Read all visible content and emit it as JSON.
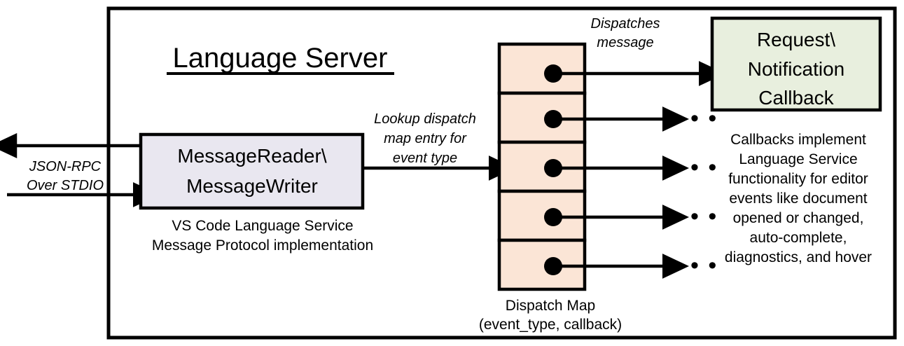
{
  "diagram": {
    "title": "Language Server",
    "colors": {
      "outline": "#000000",
      "message_box_fill": "#E9E7F0",
      "dispatch_map_fill": "#FBE5D6",
      "callback_box_fill": "#E8EFDE",
      "background": "#FFFFFF"
    },
    "external_channel": {
      "label_line1": "JSON-RPC",
      "label_line2": "Over STDIO",
      "outbound_arrow": "arrow-left-out",
      "inbound_arrow": "arrow-right-in"
    },
    "message_box": {
      "line1": "MessageReader\\",
      "line2": "MessageWriter",
      "caption_line1": "VS Code Language Service",
      "caption_line2": "Message Protocol implementation"
    },
    "lookup_label": {
      "line1": "Lookup dispatch",
      "line2": "map entry for",
      "line3": "event type"
    },
    "dispatch_map": {
      "rows": 5,
      "caption_line1": "Dispatch Map",
      "caption_line2": "(event_type, callback)"
    },
    "dispatch_label": {
      "line1": "Dispatches",
      "line2": "message"
    },
    "callback_box": {
      "line1": "Request\\",
      "line2": "Notification",
      "line3": "Callback"
    },
    "callback_description": {
      "lines": [
        "Callbacks implement",
        "Language Service",
        "functionality for editor",
        "events like document",
        "opened or changed,",
        "auto-complete,",
        "diagnostics, and hover"
      ]
    },
    "ellipses": [
      "• • •",
      "• • •",
      "• • •",
      "• • •"
    ]
  }
}
